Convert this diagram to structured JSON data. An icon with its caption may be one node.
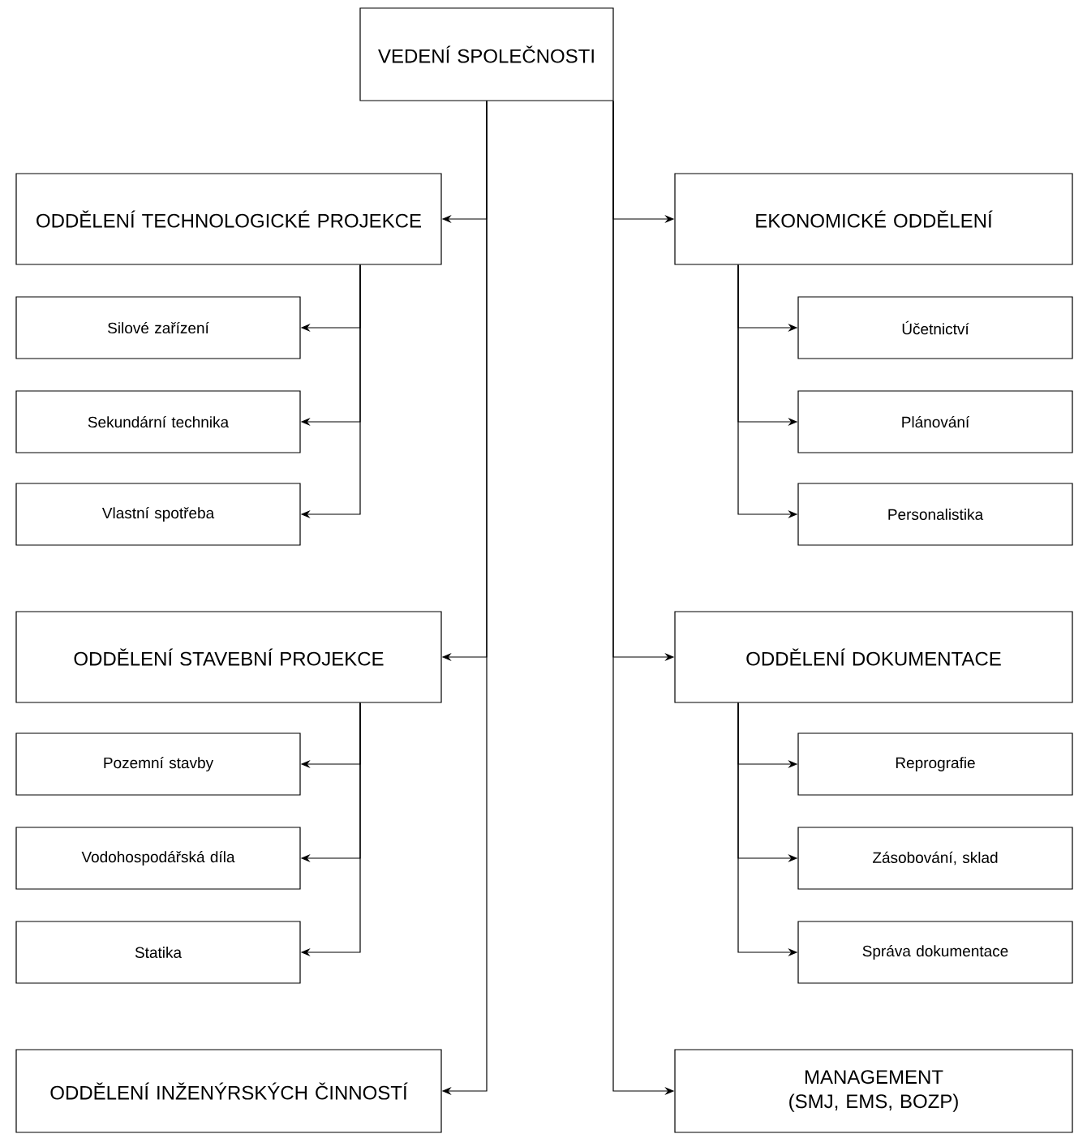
{
  "diagram": {
    "nodes": [
      {
        "text": [
          "VEDENÍ SPOLEČNOSTI"
        ]
      },
      {
        "text": [
          "ODDĚLENÍ TECHNOLOGICKÉ PROJEKCE"
        ]
      },
      {
        "text": [
          "EKONOMICKÉ ODDĚLENÍ"
        ]
      },
      {
        "text": [
          "Silové zařízení"
        ]
      },
      {
        "text": [
          "Účetnictví"
        ]
      },
      {
        "text": [
          "Sekundární technika"
        ]
      },
      {
        "text": [
          "Plánování"
        ]
      },
      {
        "text": [
          "Vlastní spotřeba"
        ]
      },
      {
        "text": [
          "Personalistika"
        ]
      },
      {
        "text": [
          "ODDĚLENÍ STAVEBNÍ PROJEKCE"
        ]
      },
      {
        "text": [
          "ODDĚLENÍ DOKUMENTACE"
        ]
      },
      {
        "text": [
          "Pozemní stavby"
        ]
      },
      {
        "text": [
          "Reprografie"
        ]
      },
      {
        "text": [
          "Vodohospodářská díla"
        ]
      },
      {
        "text": [
          "Zásobování, sklad"
        ]
      },
      {
        "text": [
          "Statika"
        ]
      },
      {
        "text": [
          "Správa dokumentace"
        ]
      },
      {
        "text": [
          "ODDĚLENÍ INŽENÝRSKÝCH ČINNOSTÍ"
        ]
      },
      {
        "text": [
          "MANAGEMENT (SMJ, EMS, BOZP)"
        ]
      }
    ],
    "edges": [
      {
        "from": 0,
        "to": 1,
        "arrow": "to"
      },
      {
        "from": 0,
        "to": 9,
        "arrow": "to"
      },
      {
        "from": 0,
        "to": 17,
        "arrow": "to"
      },
      {
        "from": 0,
        "to": 2,
        "arrow": "to"
      },
      {
        "from": 0,
        "to": 10,
        "arrow": "to"
      },
      {
        "from": 0,
        "to": 18,
        "arrow": "to"
      },
      {
        "from": 1,
        "to": 3,
        "arrow": "to"
      },
      {
        "from": 1,
        "to": 5,
        "arrow": "to"
      },
      {
        "from": 1,
        "to": 7,
        "arrow": "to"
      },
      {
        "from": 2,
        "to": 4,
        "arrow": "to"
      },
      {
        "from": 2,
        "to": 6,
        "arrow": "to"
      },
      {
        "from": 2,
        "to": 8,
        "arrow": "to"
      },
      {
        "from": 9,
        "to": 11,
        "arrow": "to"
      },
      {
        "from": 9,
        "to": 13,
        "arrow": "to"
      },
      {
        "from": 9,
        "to": 15,
        "arrow": "to"
      },
      {
        "from": 10,
        "to": 12,
        "arrow": "to"
      },
      {
        "from": 10,
        "to": 14,
        "arrow": "to"
      },
      {
        "from": 10,
        "to": 16,
        "arrow": "to"
      }
    ]
  }
}
